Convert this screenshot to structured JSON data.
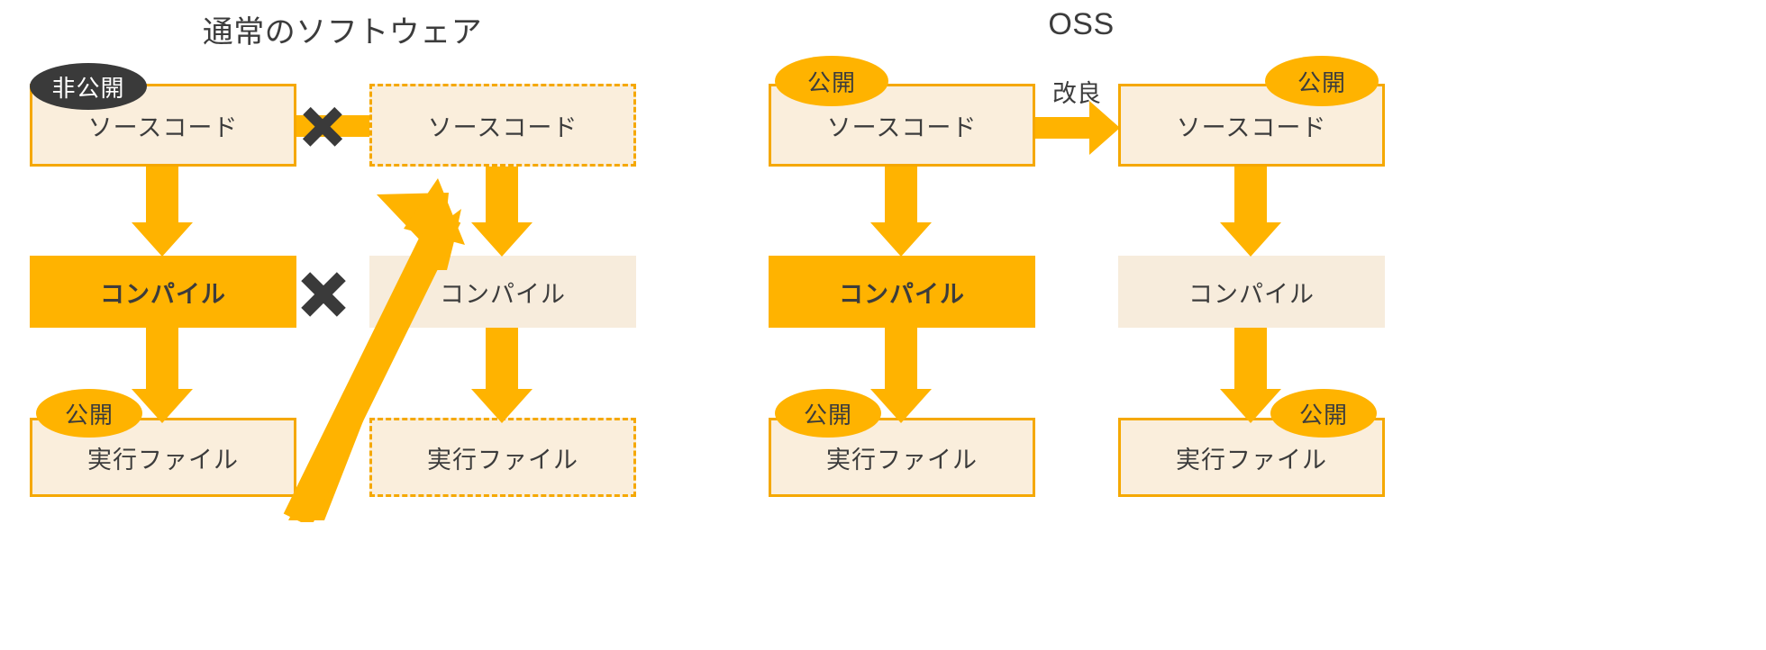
{
  "panels": [
    {
      "id": "conventional",
      "title": "通常のソフトウェア",
      "nodes": {
        "src_left": "ソースコード",
        "compile_left": "コンパイル",
        "exe_left": "実行ファイル",
        "src_right": "ソースコード",
        "compile_right": "コンパイル",
        "exe_right": "実行ファイル"
      },
      "badges": {
        "src_left": "非公開",
        "exe_left": "公開"
      }
    },
    {
      "id": "oss",
      "title": "OSS",
      "nodes": {
        "src_left": "ソースコード",
        "compile_left": "コンパイル",
        "exe_left": "実行ファイル",
        "src_right": "ソースコード",
        "compile_right": "コンパイル",
        "exe_right": "実行ファイル"
      },
      "badges": {
        "src_left": "公開",
        "src_right": "公開",
        "exe_left": "公開",
        "exe_right": "公開"
      },
      "edge_label": "改良"
    }
  ],
  "icons": {
    "blocked_1": "x-mark-icon",
    "blocked_2": "x-mark-icon"
  },
  "colors": {
    "accent": "#ffb300",
    "box_border": "#f5a800",
    "box_fill": "#faeedc",
    "dark": "#3a3a3a",
    "text": "#3c3c3c",
    "background": "#ffffff"
  },
  "chart_data": {
    "type": "diagram",
    "title": "通常のソフトウェア vs OSS",
    "nodes": [
      {
        "panel": "通常のソフトウェア",
        "col": "left",
        "row": "source",
        "label": "ソースコード",
        "badge": "非公開",
        "style": "solid-outline"
      },
      {
        "panel": "通常のソフトウェア",
        "col": "left",
        "row": "compile",
        "label": "コンパイル",
        "badge": null,
        "style": "filled-amber"
      },
      {
        "panel": "通常のソフトウェア",
        "col": "left",
        "row": "executable",
        "label": "実行ファイル",
        "badge": "公開",
        "style": "solid-outline"
      },
      {
        "panel": "通常のソフトウェア",
        "col": "right",
        "row": "source",
        "label": "ソースコード",
        "badge": null,
        "style": "dashed-outline"
      },
      {
        "panel": "通常のソフトウェア",
        "col": "right",
        "row": "compile",
        "label": "コンパイル",
        "badge": null,
        "style": "filled-cream"
      },
      {
        "panel": "通常のソフトウェア",
        "col": "right",
        "row": "executable",
        "label": "実行ファイル",
        "badge": null,
        "style": "dashed-outline"
      },
      {
        "panel": "OSS",
        "col": "left",
        "row": "source",
        "label": "ソースコード",
        "badge": "公開",
        "style": "solid-outline"
      },
      {
        "panel": "OSS",
        "col": "left",
        "row": "compile",
        "label": "コンパイル",
        "badge": null,
        "style": "filled-amber"
      },
      {
        "panel": "OSS",
        "col": "left",
        "row": "executable",
        "label": "実行ファイル",
        "badge": "公開",
        "style": "solid-outline"
      },
      {
        "panel": "OSS",
        "col": "right",
        "row": "source",
        "label": "ソースコード",
        "badge": "公開",
        "style": "solid-outline"
      },
      {
        "panel": "OSS",
        "col": "right",
        "row": "compile",
        "label": "コンパイル",
        "badge": null,
        "style": "filled-cream"
      },
      {
        "panel": "OSS",
        "col": "right",
        "row": "executable",
        "label": "実行ファイル",
        "badge": "公開",
        "style": "solid-outline"
      }
    ],
    "edges": [
      {
        "panel": "通常のソフトウェア",
        "from": "left/source",
        "to": "left/compile",
        "label": "",
        "blocked": false
      },
      {
        "panel": "通常のソフトウェア",
        "from": "left/compile",
        "to": "left/executable",
        "label": "",
        "blocked": false
      },
      {
        "panel": "通常のソフトウェア",
        "from": "left/source",
        "to": "right/source",
        "label": "",
        "blocked": true
      },
      {
        "panel": "通常のソフトウェア",
        "from": "left/executable",
        "to": "right/source",
        "label": "",
        "blocked": true
      },
      {
        "panel": "通常のソフトウェア",
        "from": "right/source",
        "to": "right/compile",
        "label": "",
        "blocked": false
      },
      {
        "panel": "通常のソフトウェア",
        "from": "right/compile",
        "to": "right/executable",
        "label": "",
        "blocked": false
      },
      {
        "panel": "OSS",
        "from": "left/source",
        "to": "left/compile",
        "label": "",
        "blocked": false
      },
      {
        "panel": "OSS",
        "from": "left/compile",
        "to": "left/executable",
        "label": "",
        "blocked": false
      },
      {
        "panel": "OSS",
        "from": "left/source",
        "to": "right/source",
        "label": "改良",
        "blocked": false
      },
      {
        "panel": "OSS",
        "from": "right/source",
        "to": "right/compile",
        "label": "",
        "blocked": false
      },
      {
        "panel": "OSS",
        "from": "right/compile",
        "to": "right/executable",
        "label": "",
        "blocked": false
      }
    ]
  }
}
